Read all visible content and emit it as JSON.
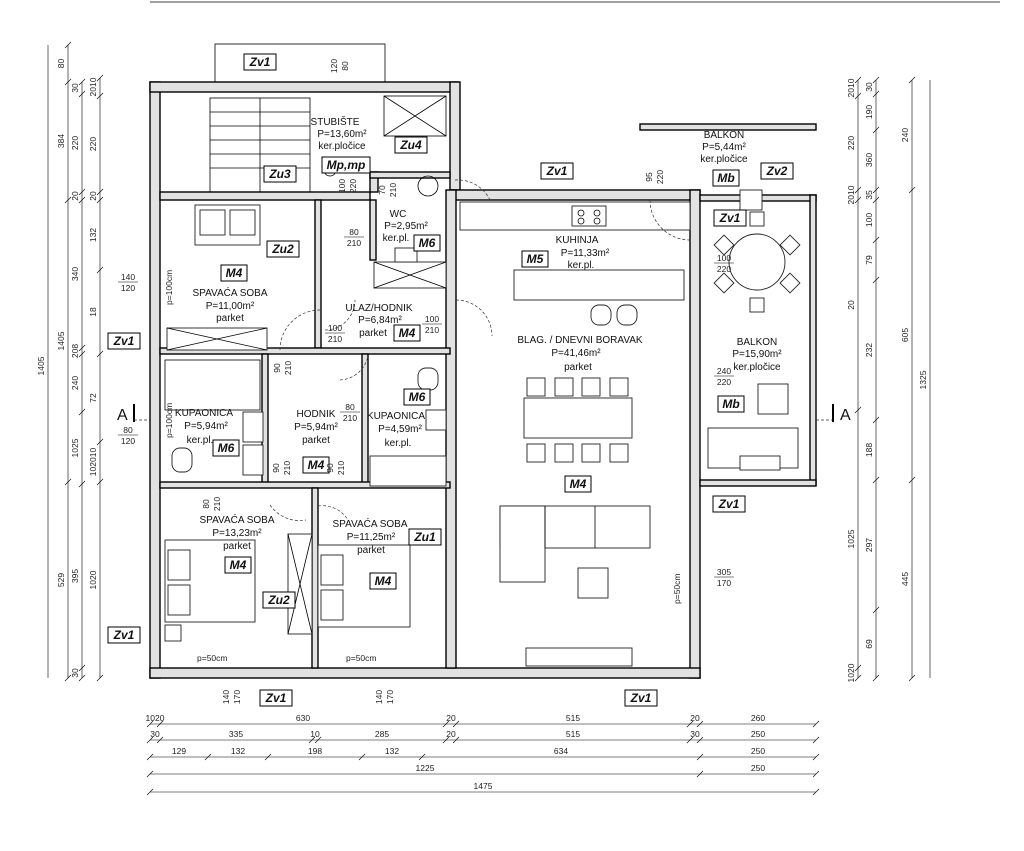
{
  "rooms": {
    "stubiste": {
      "name": "STUBIŠTE",
      "area": "P=13,60m²",
      "floor": "ker.pločice"
    },
    "balkon_top": {
      "name": "BALKON",
      "area": "P=5,44m²",
      "floor": "ker.pločice"
    },
    "wc": {
      "name": "WC",
      "area": "P=2,95m²",
      "floor": "ker.pl."
    },
    "kuhinja": {
      "name": "KUHINJA",
      "area": "P=11,33m²",
      "floor": "ker.pl."
    },
    "spavaca1": {
      "name": "SPAVAĆA SOBA",
      "area": "P=11,00m²",
      "floor": "parket"
    },
    "ulaz": {
      "name": "ULAZ/HODNIK",
      "area": "P=6,84m²",
      "floor": "parket"
    },
    "dnevni": {
      "name": "BLAG. / DNEVNI BORAVAK",
      "area": "P=41,46m²",
      "floor": "parket"
    },
    "balkon_right": {
      "name": "BALKON",
      "area": "P=15,90m²",
      "floor": "ker.pločice"
    },
    "kupaonica1": {
      "name": "KUPAONICA",
      "area": "P=5,94m²",
      "floor": "ker.pl."
    },
    "hodnik": {
      "name": "HODNIK",
      "area": "P=5,94m²",
      "floor": "parket"
    },
    "kupaonica2": {
      "name": "KUPAONICA",
      "area": "P=4,59m²",
      "floor": "ker.pl."
    },
    "spavaca2": {
      "name": "SPAVAĆA SOBA",
      "area": "P=13,23m²",
      "floor": "parket"
    },
    "spavaca3": {
      "name": "SPAVAĆA SOBA",
      "area": "P=11,25m²",
      "floor": "parket"
    }
  },
  "tags": {
    "zv1": "Zv1",
    "zv2": "Zv2",
    "zv3": "Zu3",
    "zu4": "Zu4",
    "zu2": "Zu2",
    "zu1": "Zu1",
    "m4": "M4",
    "m5": "M5",
    "m6": "M6",
    "mb": "Mb",
    "mpmp": "Mp,mp"
  },
  "section": {
    "left": "A",
    "right": "A"
  },
  "left_dims": {
    "outer": [
      "80",
      "384",
      "1405",
      "529"
    ],
    "mid": [
      "30",
      "220",
      "20",
      "340",
      "208",
      "240",
      "1025",
      "395",
      "30"
    ],
    "inner": [
      "2010",
      "220",
      "20",
      "132",
      "18",
      "72",
      "102010",
      "1020"
    ]
  },
  "right_dims": {
    "outer": [
      "240",
      "605",
      "1325",
      "445"
    ],
    "mid": [
      "30",
      "190",
      "360",
      "35",
      "100",
      "79",
      "232",
      "188",
      "297",
      "69"
    ],
    "inner": [
      "2010",
      "220",
      "2010",
      "20",
      "1025",
      "1020",
      "1020"
    ]
  },
  "bottom_dims": {
    "row1": [
      "1020",
      "630",
      "20",
      "515",
      "20",
      "260"
    ],
    "row2": [
      "30",
      "335",
      "10",
      "285",
      "20",
      "515",
      "30",
      "250"
    ],
    "row3": [
      "129",
      "132",
      "198",
      "132",
      "634",
      "250"
    ],
    "row4": [
      "1225",
      "250"
    ],
    "row5": [
      "1475"
    ]
  },
  "openings": {
    "o1": [
      "120",
      "80"
    ],
    "o2": [
      "100",
      "220"
    ],
    "o3": [
      "70",
      "210"
    ],
    "o4": [
      "95",
      "220"
    ],
    "o5": [
      "80",
      "210"
    ],
    "o6": [
      "100",
      "220"
    ],
    "o7": [
      "100",
      "210"
    ],
    "o8": [
      "90",
      "210"
    ],
    "o9": [
      "80",
      "210"
    ],
    "o10": [
      "90",
      "210"
    ],
    "o11": [
      "90",
      "210"
    ],
    "o12": [
      "80",
      "210"
    ],
    "o13": [
      "240",
      "220"
    ],
    "o14": [
      "140",
      "120"
    ],
    "o15": [
      "80",
      "120"
    ],
    "o16": [
      "305",
      "170"
    ],
    "o17": [
      "140",
      "170"
    ],
    "o18": [
      "140",
      "170"
    ],
    "o19": [
      "100",
      "210"
    ]
  },
  "notes": {
    "p100a": "p=100cm",
    "p100b": "p=100cm",
    "p50a": "p=50cm",
    "p50b": "p=50cm",
    "p50c": "p=50cm"
  }
}
